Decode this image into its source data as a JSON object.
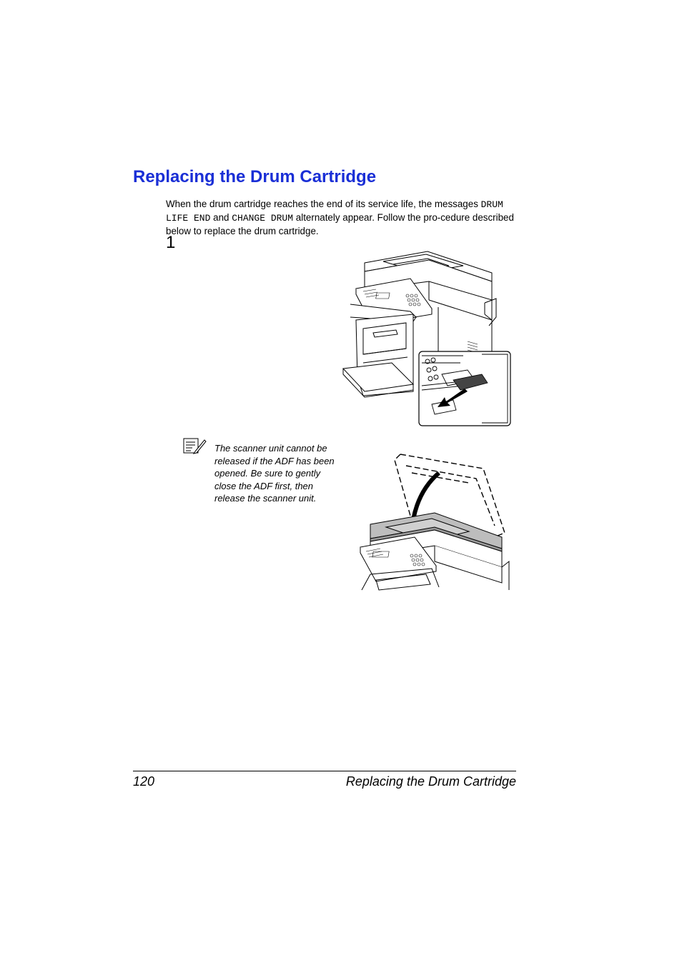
{
  "section": {
    "title": "Replacing the Drum Cartridge"
  },
  "intro": {
    "text_1": "When the drum cartridge reaches the end of its service life, the messages ",
    "code_1": "DRUM LIFE END",
    "text_2": " and ",
    "code_2": "CHANGE DRUM",
    "text_3": " alternately appear. Follow the pro-cedure described below to replace the drum cartridge."
  },
  "step": {
    "number": "1"
  },
  "note": {
    "icon": "note-pencil-icon",
    "text": "The scanner unit cannot be released if the ADF has been opened. Be sure to gently close the ADF first, then release the scanner unit."
  },
  "figures": {
    "figure_1": "printer-scanner-release-illustration",
    "figure_2": "adf-closing-illustration"
  },
  "footer": {
    "page_number": "120",
    "title": "Replacing the Drum Cartridge"
  },
  "colors": {
    "heading": "#1a2fd6",
    "text": "#000000",
    "background": "#ffffff"
  }
}
